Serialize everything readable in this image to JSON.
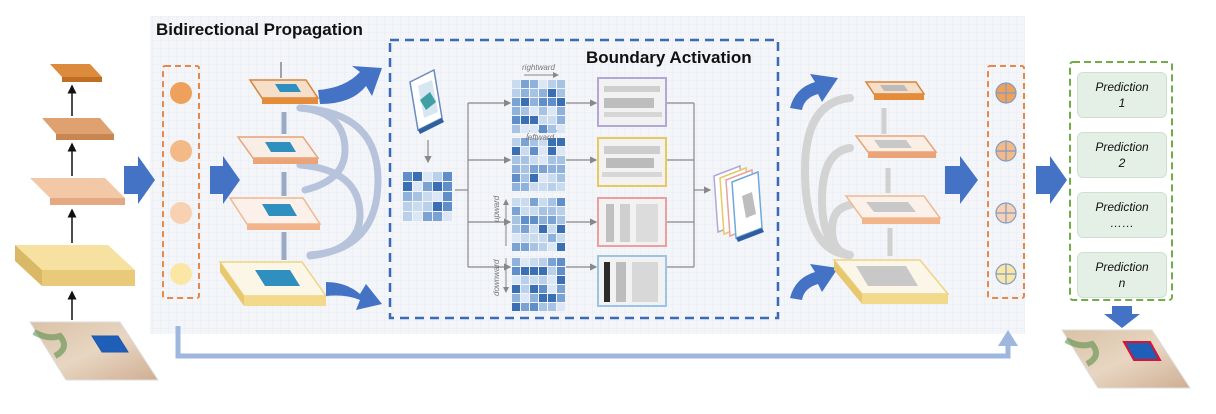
{
  "titles": {
    "bidirectional": "Bidirectional Propagation",
    "boundary": "Boundary Activation"
  },
  "direction_labels": {
    "rightward": "rightward",
    "leftward": "leftward",
    "upward": "upward",
    "downward": "downward"
  },
  "predictions": [
    {
      "line1": "Prediction",
      "line2": "1"
    },
    {
      "line1": "Prediction",
      "line2": "2"
    },
    {
      "line1": "Prediction",
      "line2": "……"
    },
    {
      "line1": "Prediction",
      "line2": "n"
    }
  ],
  "colors": {
    "arrow_blue": "#4472c4",
    "orange_dash": "#e8874a",
    "blue_dash": "#3b6bb5",
    "green_dash": "#70ad47",
    "grid_bg": "#f0f3f8",
    "loop_arrow": "#b7c3da",
    "bypass_arrow": "#9fb7de"
  }
}
